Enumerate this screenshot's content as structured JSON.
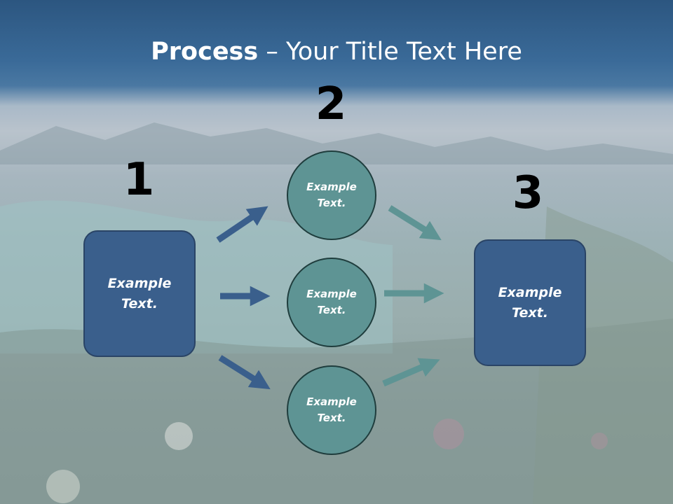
{
  "title": {
    "bold": "Process",
    "rest": " – Your Title Text Here"
  },
  "steps": {
    "one": "1",
    "two": "2",
    "three": "3"
  },
  "left_box": "Example\nText.",
  "right_box": "Example\nText.",
  "circles": [
    "Example\nText.",
    "Example\nText.",
    "Example\nText."
  ],
  "colors": {
    "box_fill": "#3a5f8c",
    "circle_fill": "#5e9494",
    "arrow_blue": "#3a5f8c",
    "arrow_teal": "#5e9494"
  }
}
